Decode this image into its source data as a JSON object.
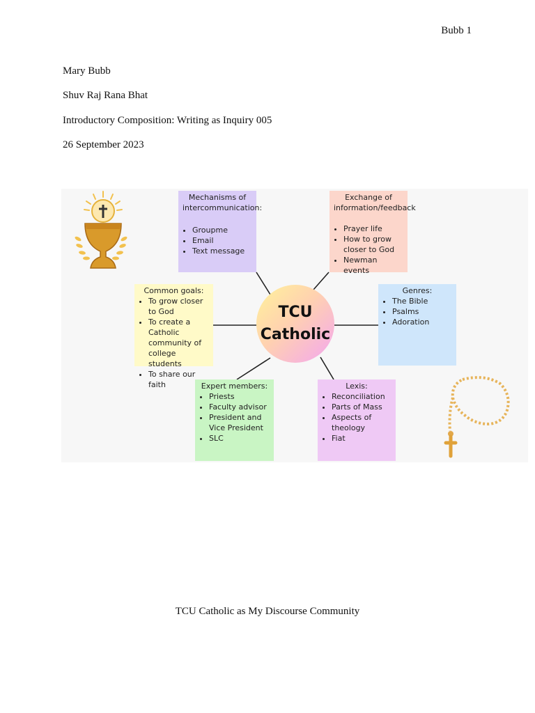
{
  "header": {
    "page_label": "Bubb 1"
  },
  "meta": {
    "author": "Mary Bubb",
    "instructor": "Shuv Raj Rana Bhat",
    "course": "Introductory Composition: Writing as Inquiry 005",
    "date": "26 September 2023"
  },
  "diagram": {
    "center": {
      "line1": "TCU",
      "line2": "Catholic"
    },
    "mechanisms": {
      "title": "Mechanisms of intercommunication:",
      "items": [
        "Groupme",
        "Email",
        "Text message"
      ],
      "color": "#d9ccf7"
    },
    "exchange": {
      "title": "Exchange of information/feedback",
      "items": [
        "Prayer life",
        "How to grow closer to God",
        "Newman events"
      ],
      "color": "#fcd6cb"
    },
    "common_goals": {
      "title": "Common goals:",
      "items": [
        "To grow closer to God",
        "To create a Catholic community of college students",
        "To share our faith"
      ],
      "color": "#fffac8"
    },
    "genres": {
      "title": "Genres:",
      "items": [
        "The Bible",
        "Psalms",
        "Adoration"
      ],
      "color": "#cfe6fb"
    },
    "expert": {
      "title": "Expert members:",
      "items": [
        "Priests",
        "Faculty advisor",
        "President and Vice President",
        "SLC"
      ],
      "color": "#c9f5c4"
    },
    "lexis": {
      "title": "Lexis:",
      "items": [
        "Reconciliation",
        "Parts of Mass",
        "Aspects of theology",
        "Fiat"
      ],
      "color": "#efc9f5"
    },
    "icons": [
      "chalice-icon",
      "rosary-icon"
    ]
  },
  "doc_title": "TCU Catholic as My Discourse Community"
}
